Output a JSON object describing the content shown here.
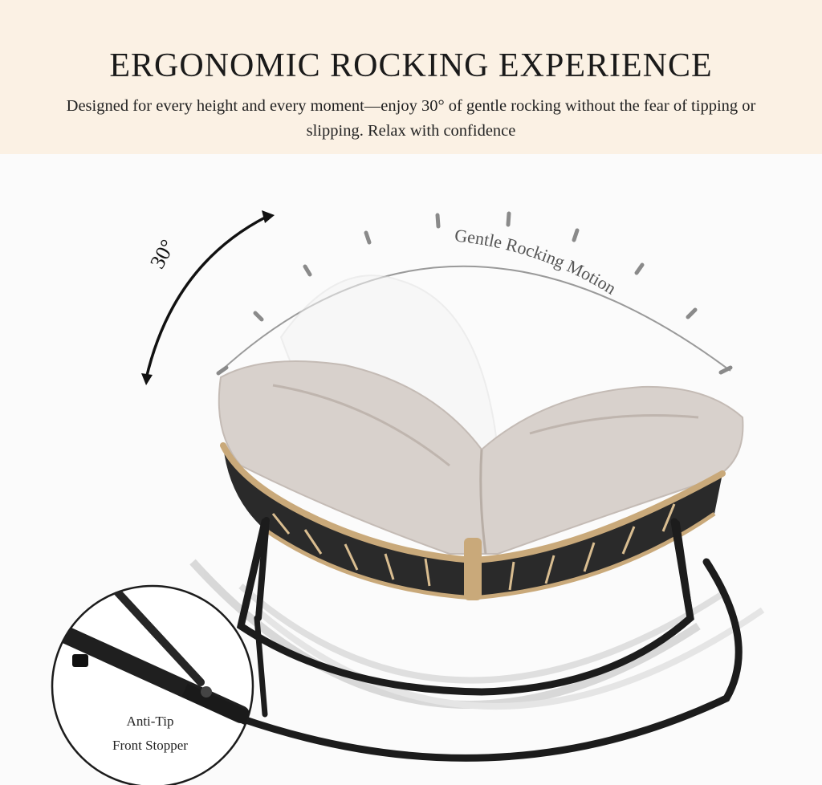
{
  "header": {
    "title": "ERGONOMIC ROCKING EXPERIENCE",
    "subtitle": "Designed for every height and every moment—enjoy 30° of gentle rocking without the fear of tipping or slipping. Relax with confidence"
  },
  "diagram": {
    "angle_label": "30°",
    "arc_label": "Gentle Rocking Motion",
    "callout_line1": "Anti-Tip",
    "callout_line2": "Front Stopper"
  },
  "colors": {
    "header_bg": "#fbf1e4",
    "frame": "#1c1c1c",
    "rattan": "#c9a97a",
    "cushion": "#d9d3cf"
  }
}
